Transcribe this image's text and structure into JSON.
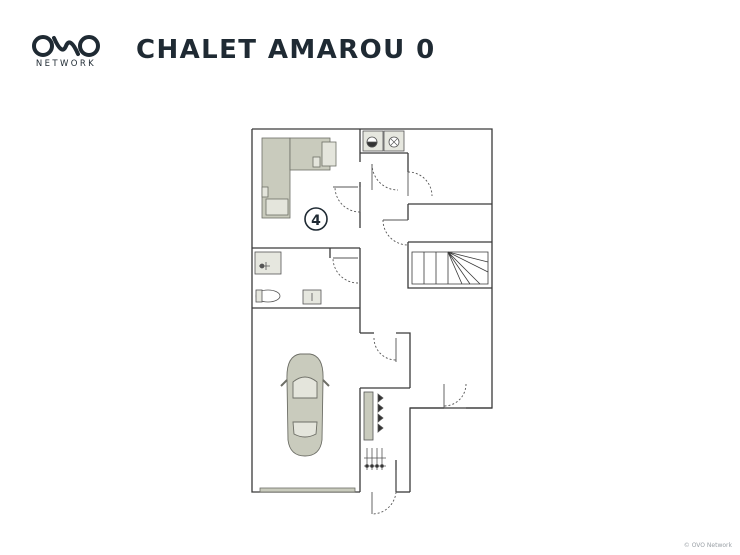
{
  "brand": {
    "wordmark": "NETWORK",
    "logo_icon": "ovo-logo-icon"
  },
  "header": {
    "title": "CHALET AMAROU 0"
  },
  "plan": {
    "room_number": "4",
    "colors": {
      "wall": "#3a3a3a",
      "furniture": "#c9cbbd",
      "furniture_stroke": "#6d6e66",
      "door": "#555555"
    }
  },
  "footer": {
    "copyright": "© OVO Network"
  }
}
